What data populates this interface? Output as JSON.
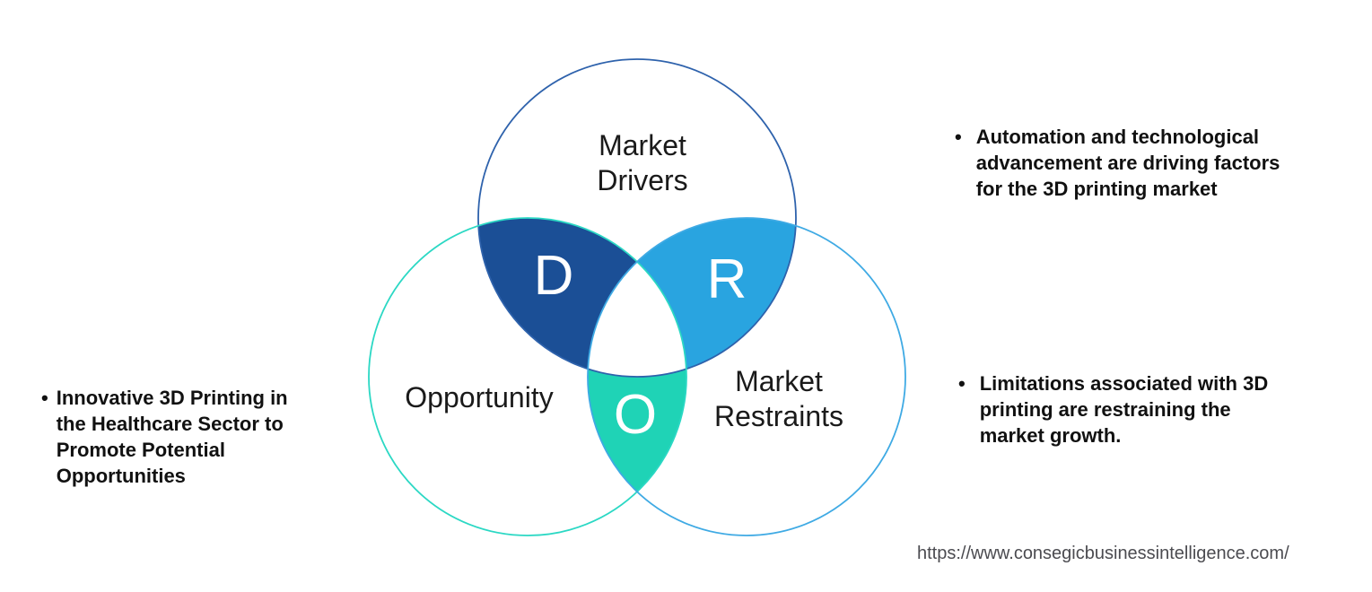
{
  "venn": {
    "circles": {
      "drivers": {
        "label": "Market\nDrivers",
        "letter": "D",
        "outline_color": "#2e62ac",
        "overlap_fill": "#1b4f96"
      },
      "opportunity": {
        "label": "Opportunity",
        "letter": "O",
        "outline_color": "#2bd8c4",
        "overlap_fill": "#1fd3b6"
      },
      "restraints": {
        "label": "Market\nRestraints",
        "letter": "R",
        "outline_color": "#3faae4",
        "overlap_fill": "#29a4e0"
      }
    },
    "center_fill": "#ffffff"
  },
  "bullets": {
    "opportunity": {
      "marker": "•",
      "text": "Innovative 3D Printing in\nthe Healthcare Sector to\nPromote Potential\nOpportunities"
    },
    "driver": {
      "marker": "•",
      "text": "Automation and technological\nadvancement are driving factors\nfor the 3D printing market"
    },
    "restraint": {
      "marker": "•",
      "text": "Limitations associated with 3D\nprinting are restraining the\nmarket growth."
    }
  },
  "footer": {
    "url": "https://www.consegicbusinessintelligence.com/"
  }
}
